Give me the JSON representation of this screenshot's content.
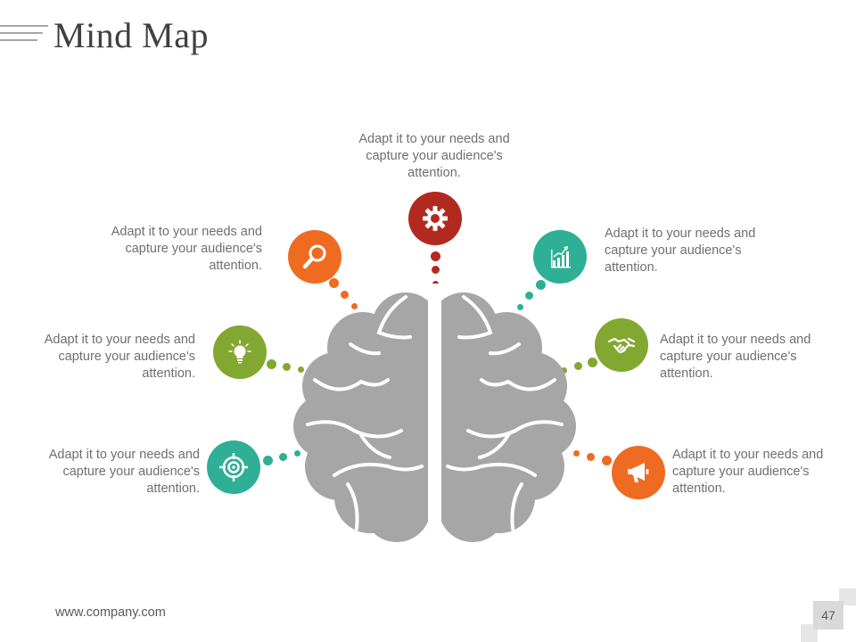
{
  "header": {
    "title": "Mind Map"
  },
  "nodes": {
    "top": {
      "text": "Adapt it to your needs and capture your audience's attention.",
      "color": "#b22a1f",
      "icon": "gear-icon"
    },
    "upper_left": {
      "text": "Adapt it to your needs and capture your audience's attention.",
      "color": "#ef6b22",
      "icon": "magnifier-icon"
    },
    "upper_right": {
      "text": "Adapt it to your needs and capture your audience's attention.",
      "color": "#2eaf96",
      "icon": "bar-chart-icon"
    },
    "mid_left": {
      "text": "Adapt it to your needs and capture your audience's attention.",
      "color": "#83a832",
      "icon": "lightbulb-icon"
    },
    "mid_right": {
      "text": "Adapt it to your needs and capture your audience's attention.",
      "color": "#83a832",
      "icon": "handshake-icon"
    },
    "lower_left": {
      "text": "Adapt it to your needs and capture your audience's attention.",
      "color": "#2eaf96",
      "icon": "target-icon"
    },
    "lower_right": {
      "text": "Adapt it to your needs and capture your audience's attention.",
      "color": "#ef6b22",
      "icon": "megaphone-icon"
    }
  },
  "brain": {
    "color": "#a6a6a6",
    "icon": "brain-icon"
  },
  "footer": {
    "url": "www.company.com",
    "page_number": "47"
  }
}
